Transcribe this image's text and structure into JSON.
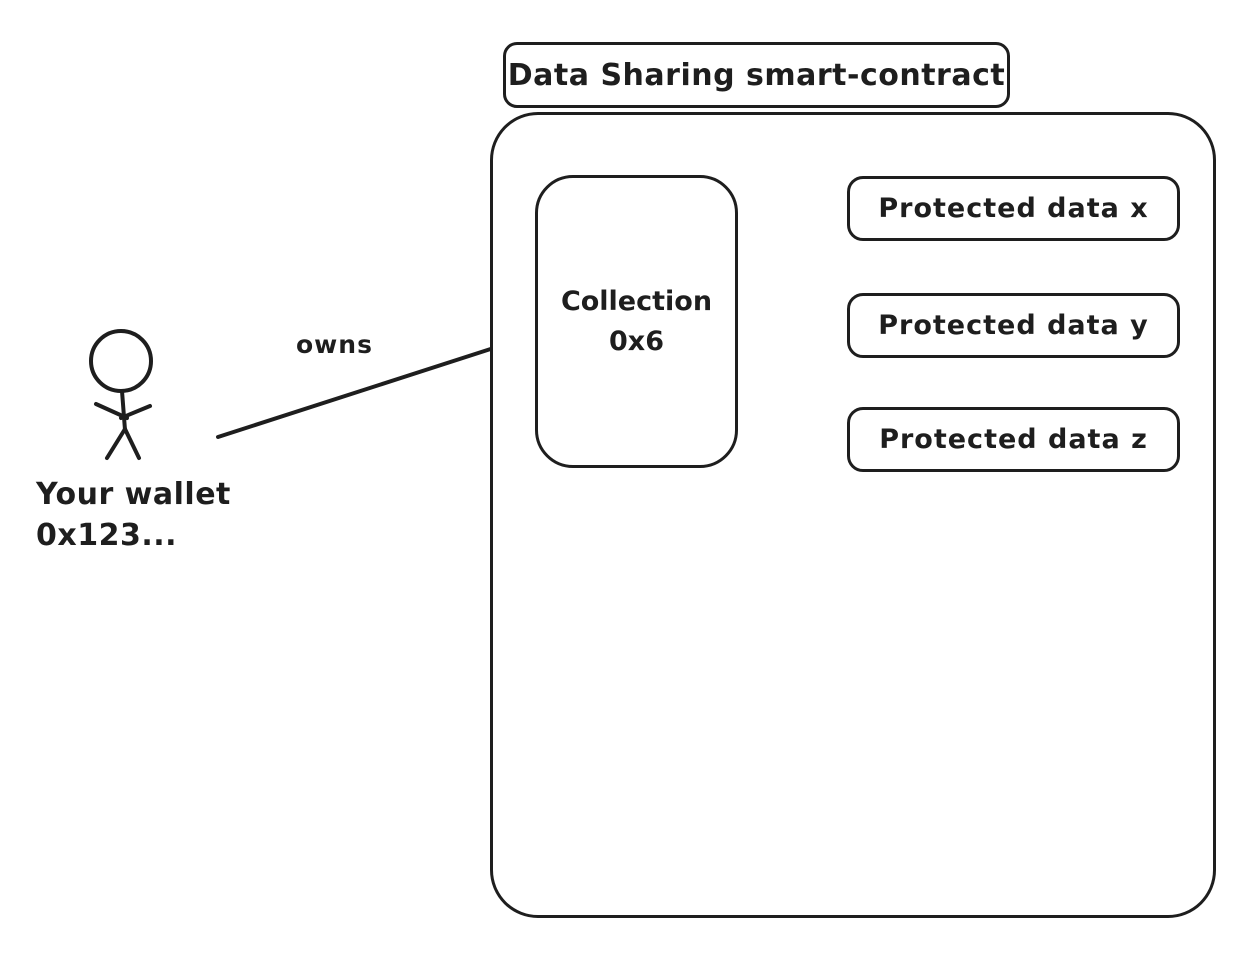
{
  "colors": {
    "stroke": "#1e1e1e",
    "background": "#ffffff"
  },
  "contract": {
    "title": "Data Sharing smart-contract"
  },
  "collection": {
    "name": "Collection",
    "address": "0x6"
  },
  "owns": {
    "label": "owns"
  },
  "protected_data": [
    {
      "label": "Protected data x"
    },
    {
      "label": "Protected data y"
    },
    {
      "label": "Protected data z"
    }
  ],
  "actor": {
    "name": "Your wallet",
    "address": "0x123..."
  }
}
